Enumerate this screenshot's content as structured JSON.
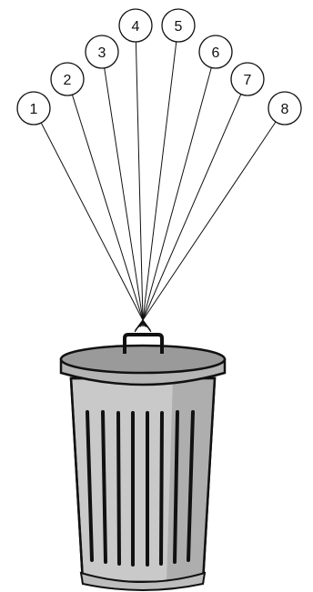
{
  "diagram": {
    "labels": [
      {
        "text": "1"
      },
      {
        "text": "2"
      },
      {
        "text": "3"
      },
      {
        "text": "4"
      },
      {
        "text": "5"
      },
      {
        "text": "6"
      },
      {
        "text": "7"
      },
      {
        "text": "8"
      }
    ]
  },
  "colors": {
    "line": "#111111",
    "can_body": "#c9c9c9",
    "can_shade": "#a9a9a9",
    "lid": "#b5b5b5",
    "lid_top": "#9a9a9a",
    "background": "#ffffff"
  },
  "icon_names": [
    "trash-can-icon"
  ]
}
